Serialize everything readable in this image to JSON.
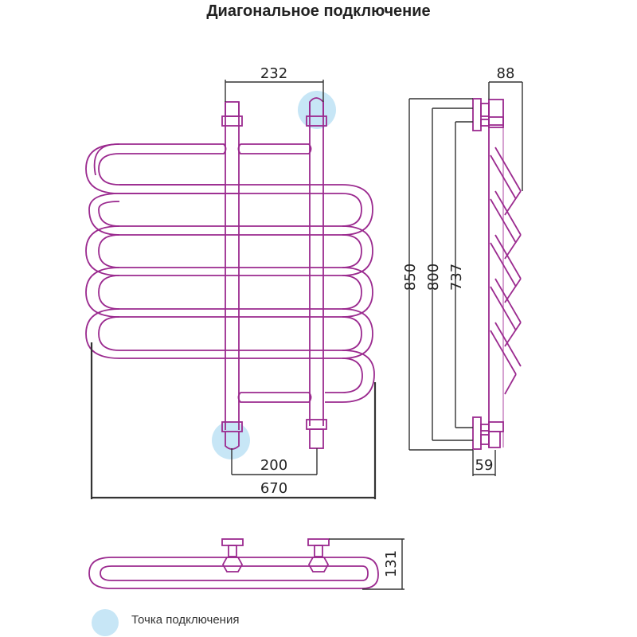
{
  "title": "Диагональное подключение",
  "dimensions": {
    "top_spacing": "232",
    "bottom_spacing": "200",
    "total_width": "670",
    "height_total": "850",
    "height_mid": "800",
    "height_inner": "737",
    "depth_top": "88",
    "depth_bottom": "59",
    "bottom_view_depth": "131"
  },
  "legend": {
    "label": "Точка подключения",
    "marker_color": "#c7e6f6"
  },
  "colors": {
    "pipe": "#9b2a8f",
    "dimension_line": "#333333",
    "connection_point": "#c7e6f6"
  }
}
